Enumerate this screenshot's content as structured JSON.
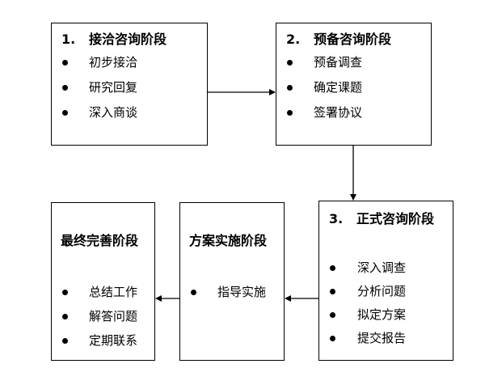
{
  "stages": [
    {
      "number": "1.",
      "title": "接洽咨询阶段",
      "items": [
        "初步接洽",
        "研究回复",
        "深入商谈"
      ]
    },
    {
      "number": "2.",
      "title": "预备咨询阶段",
      "items": [
        "预备调查",
        "确定课题",
        "签署协议"
      ]
    },
    {
      "number": "3.",
      "title": "正式咨询阶段",
      "items": [
        "深入调查",
        "分析问题",
        "拟定方案",
        "提交报告"
      ]
    },
    {
      "number": "",
      "title": "方案实施阶段",
      "items": [
        "指导实施"
      ]
    },
    {
      "number": "",
      "title": "最终完善阶段",
      "items": [
        "总结工作",
        "解答问题",
        "定期联系"
      ]
    }
  ]
}
